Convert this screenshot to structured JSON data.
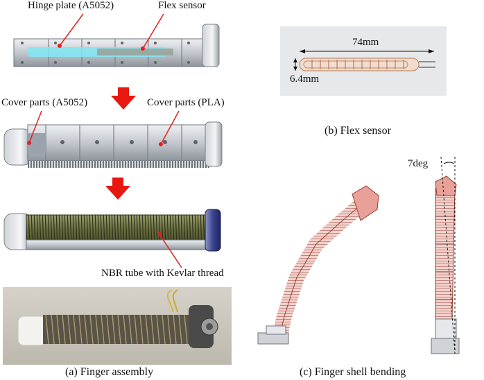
{
  "panel_a": {
    "label_hinge": "Hinge plate (A5052)",
    "label_flex": "Flex sensor",
    "label_cover_metal": "Cover parts (A5052)",
    "label_cover_pla": "Cover parts (PLA)",
    "label_tube": "NBR tube with Kevlar thread",
    "caption": "(a) Finger assembly"
  },
  "panel_b": {
    "length_label": "74mm",
    "width_label": "6.4mm",
    "caption": "(b) Flex sensor"
  },
  "panel_c": {
    "angle_label": "7deg",
    "caption": "(c) Finger shell bending"
  },
  "colors": {
    "arrow_red": "#e8170f",
    "callout_red": "#e02020",
    "metal_gray": "#b8bdc4",
    "shell_pink": "#e8a098",
    "sensor_cyan": "#7fe6f2"
  }
}
